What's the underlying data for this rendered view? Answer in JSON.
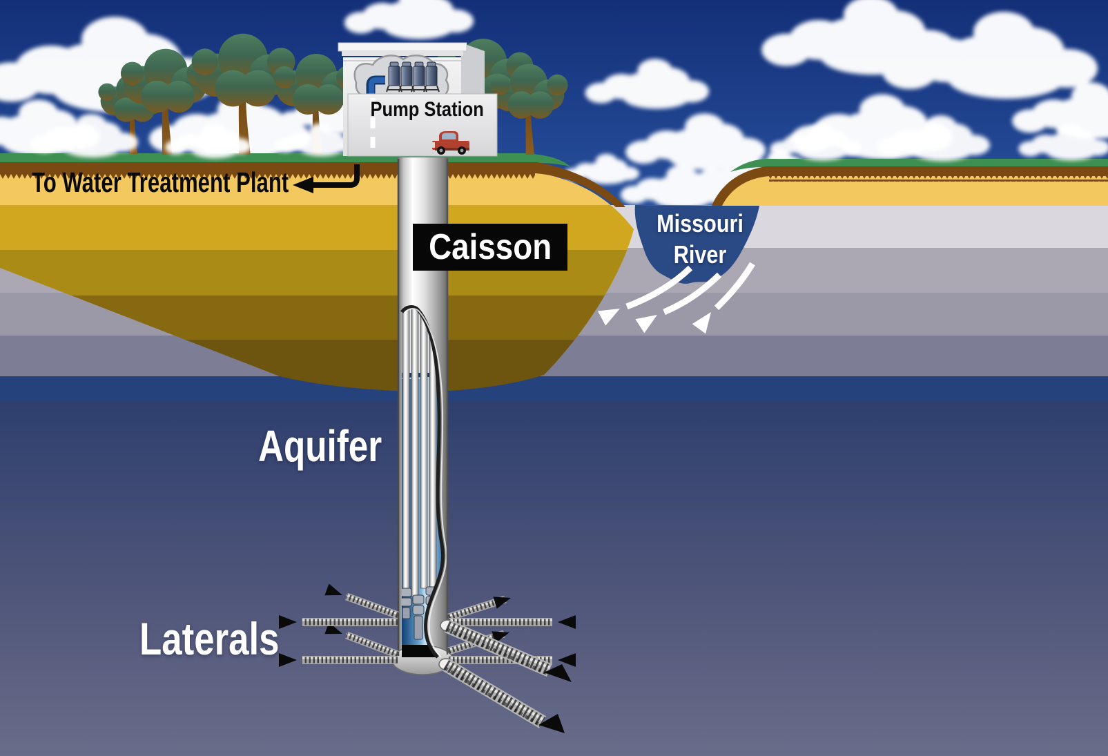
{
  "scene": {
    "title": "Collector well / riverbank filtration diagram",
    "labels": {
      "pump_station": "Pump Station",
      "to_water_treatment_plant": "To Water Treatment Plant",
      "caisson": "Caisson",
      "missouri_river_line1": "Missouri",
      "missouri_river_line2": "River",
      "aquifer": "Aquifer",
      "laterals": "Laterals"
    },
    "colors": {
      "sky_top": "#132f78",
      "sky_horizon": "#a9c4de",
      "grass": "#3e8f52",
      "soil_brown": "#7b4a12",
      "sand_light": "#f2c85f",
      "sand_gold": "#d1a71f",
      "sand_olive": "#aa8b15",
      "sand_dark": "#6d5510",
      "gravel_light_gray": "#dad7de",
      "gravel_mid_gray": "#aba8b4",
      "gravel_dark_gray": "#7e7d96",
      "aquifer_navy_band": "#25427d",
      "aquifer_top": "#2e3f6e",
      "aquifer_bottom": "#696d8a",
      "river_water": "#2a4a85",
      "caisson_label_bg": "#070707",
      "label_text_light": "#ffffff",
      "label_text_dark": "#0a0a0a",
      "flow_arrow": "#ffffff",
      "pipe_black_tip": "#0a0a0a",
      "truck_red": "#b2402e"
    }
  }
}
